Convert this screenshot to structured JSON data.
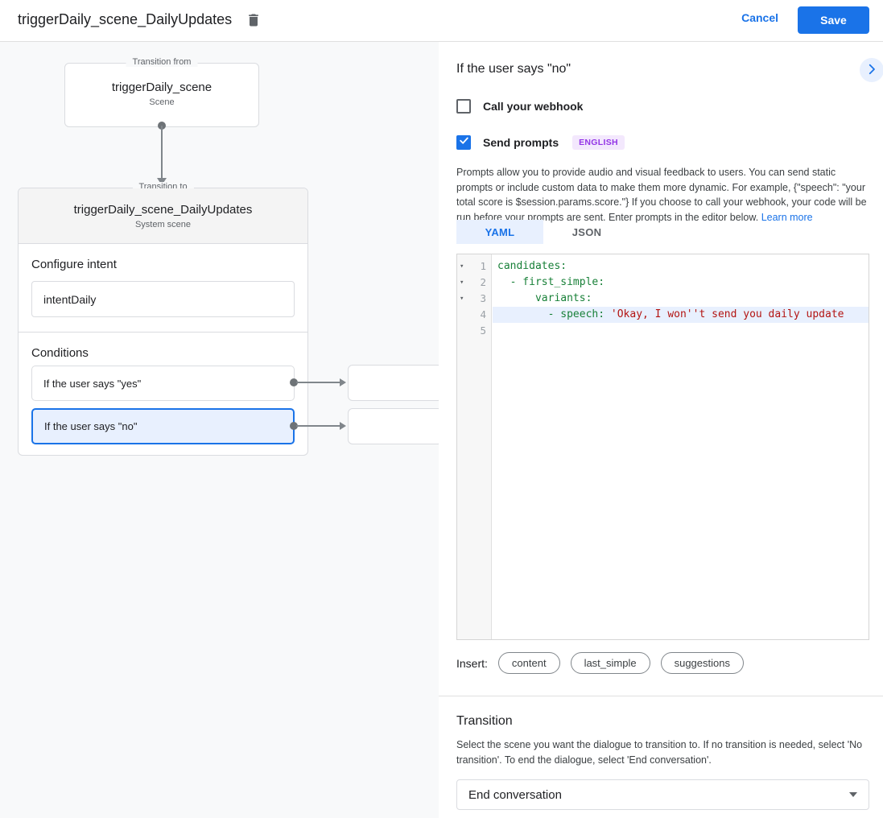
{
  "header": {
    "title": "triggerDaily_scene_DailyUpdates",
    "cancel_label": "Cancel",
    "save_label": "Save"
  },
  "canvas": {
    "from_box": {
      "legend": "Transition from",
      "title": "triggerDaily_scene",
      "subtitle": "Scene"
    },
    "to_card": {
      "legend": "Transition to",
      "title": "triggerDaily_scene_DailyUpdates",
      "subtitle": "System scene",
      "intent_heading": "Configure intent",
      "intent_value": "intentDaily",
      "conditions_heading": "Conditions",
      "conditions": [
        {
          "label": "If the user says \"yes\"",
          "selected": false
        },
        {
          "label": "If the user says \"no\"",
          "selected": true
        }
      ]
    }
  },
  "panel": {
    "title": "If the user says \"no\"",
    "webhook": {
      "label": "Call your webhook",
      "checked": false
    },
    "prompts": {
      "label": "Send prompts",
      "checked": true,
      "badge": "ENGLISH"
    },
    "description": "Prompts allow you to provide audio and visual feedback to users. You can send static prompts or include custom data to make them more dynamic. For example, {\"speech\": \"your total score is $session.params.score.\"} If you choose to call your webhook, your code will be run before your prompts are sent. Enter prompts in the editor below.",
    "learn_more_label": "Learn more",
    "tabs": [
      {
        "label": "YAML",
        "active": true
      },
      {
        "label": "JSON",
        "active": false
      }
    ],
    "editor": {
      "lines": [
        {
          "num": "1",
          "fold": "▾",
          "segments": [
            {
              "text": "candidates:"
            }
          ]
        },
        {
          "num": "2",
          "fold": "▾",
          "segments": [
            {
              "text": "  - first_simple:"
            }
          ]
        },
        {
          "num": "3",
          "fold": "▾",
          "segments": [
            {
              "text": "      variants:"
            }
          ]
        },
        {
          "num": "4",
          "fold": "",
          "highlighted": true,
          "segments": [
            {
              "text": "        - speech: "
            },
            {
              "text": "'Okay, I won''t send you daily update"
            }
          ]
        },
        {
          "num": "5",
          "fold": "",
          "segments": [
            {
              "text": ""
            }
          ]
        }
      ]
    },
    "insert": {
      "label": "Insert:",
      "chips": [
        "content",
        "last_simple",
        "suggestions"
      ]
    },
    "transition": {
      "heading": "Transition",
      "description": "Select the scene you want the dialogue to transition to. If no transition is needed, select 'No transition'. To end the dialogue, select 'End conversation'.",
      "value": "End conversation"
    }
  },
  "colors": {
    "accent_blue": "#1a73e8",
    "selected_fill": "#e8f0fe",
    "badge_purple": "#9334e6",
    "code_key_green": "#188038",
    "code_string_red": "#b31412",
    "canvas_bg": "#f8f9fa"
  }
}
